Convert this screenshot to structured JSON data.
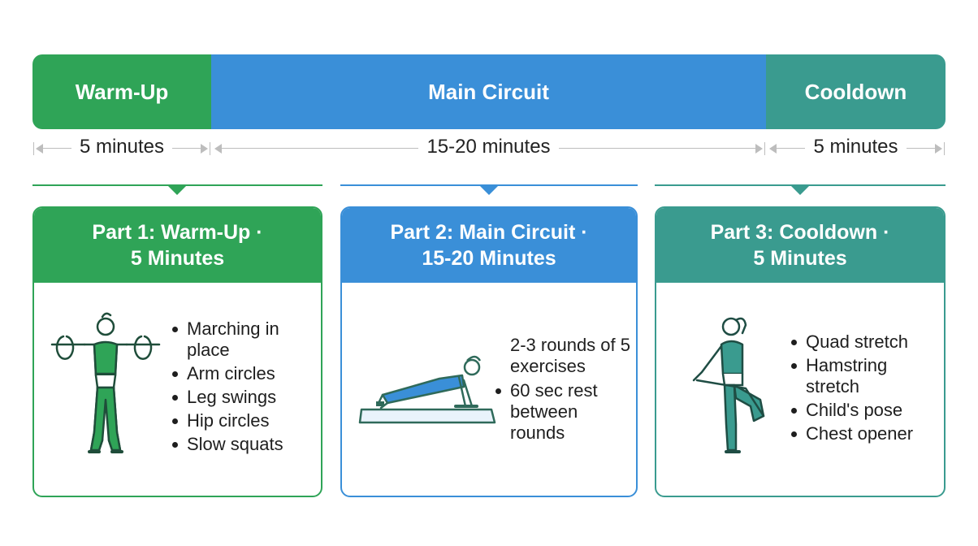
{
  "colors": {
    "warm": "#2fa457",
    "main": "#3a8fd8",
    "cool": "#3a9b8f"
  },
  "timeline": {
    "segments": [
      {
        "label": "Warm-Up"
      },
      {
        "label": "Main Circuit"
      },
      {
        "label": "Cooldown"
      }
    ],
    "durations": [
      "5 minutes",
      "15-20 minutes",
      "5 minutes"
    ]
  },
  "cards": [
    {
      "title_line1": "Part 1: Warm-Up ·",
      "title_line2": "5 Minutes",
      "illustration": "arm-circles-figure-icon",
      "items": [
        "Marching in place",
        "Arm circles",
        "Leg swings",
        "Hip circles",
        "Slow squats"
      ]
    },
    {
      "title_line1": "Part 2: Main Circuit ·",
      "title_line2": "15-20 Minutes",
      "illustration": "plank-figure-icon",
      "lead": "2-3 rounds of 5 exercises",
      "items": [
        "60 sec rest between rounds"
      ]
    },
    {
      "title_line1": "Part 3: Cooldown ·",
      "title_line2": "5 Minutes",
      "illustration": "quad-stretch-figure-icon",
      "items": [
        "Quad stretch",
        "Hamstring stretch",
        "Child's pose",
        "Chest opener"
      ]
    }
  ]
}
